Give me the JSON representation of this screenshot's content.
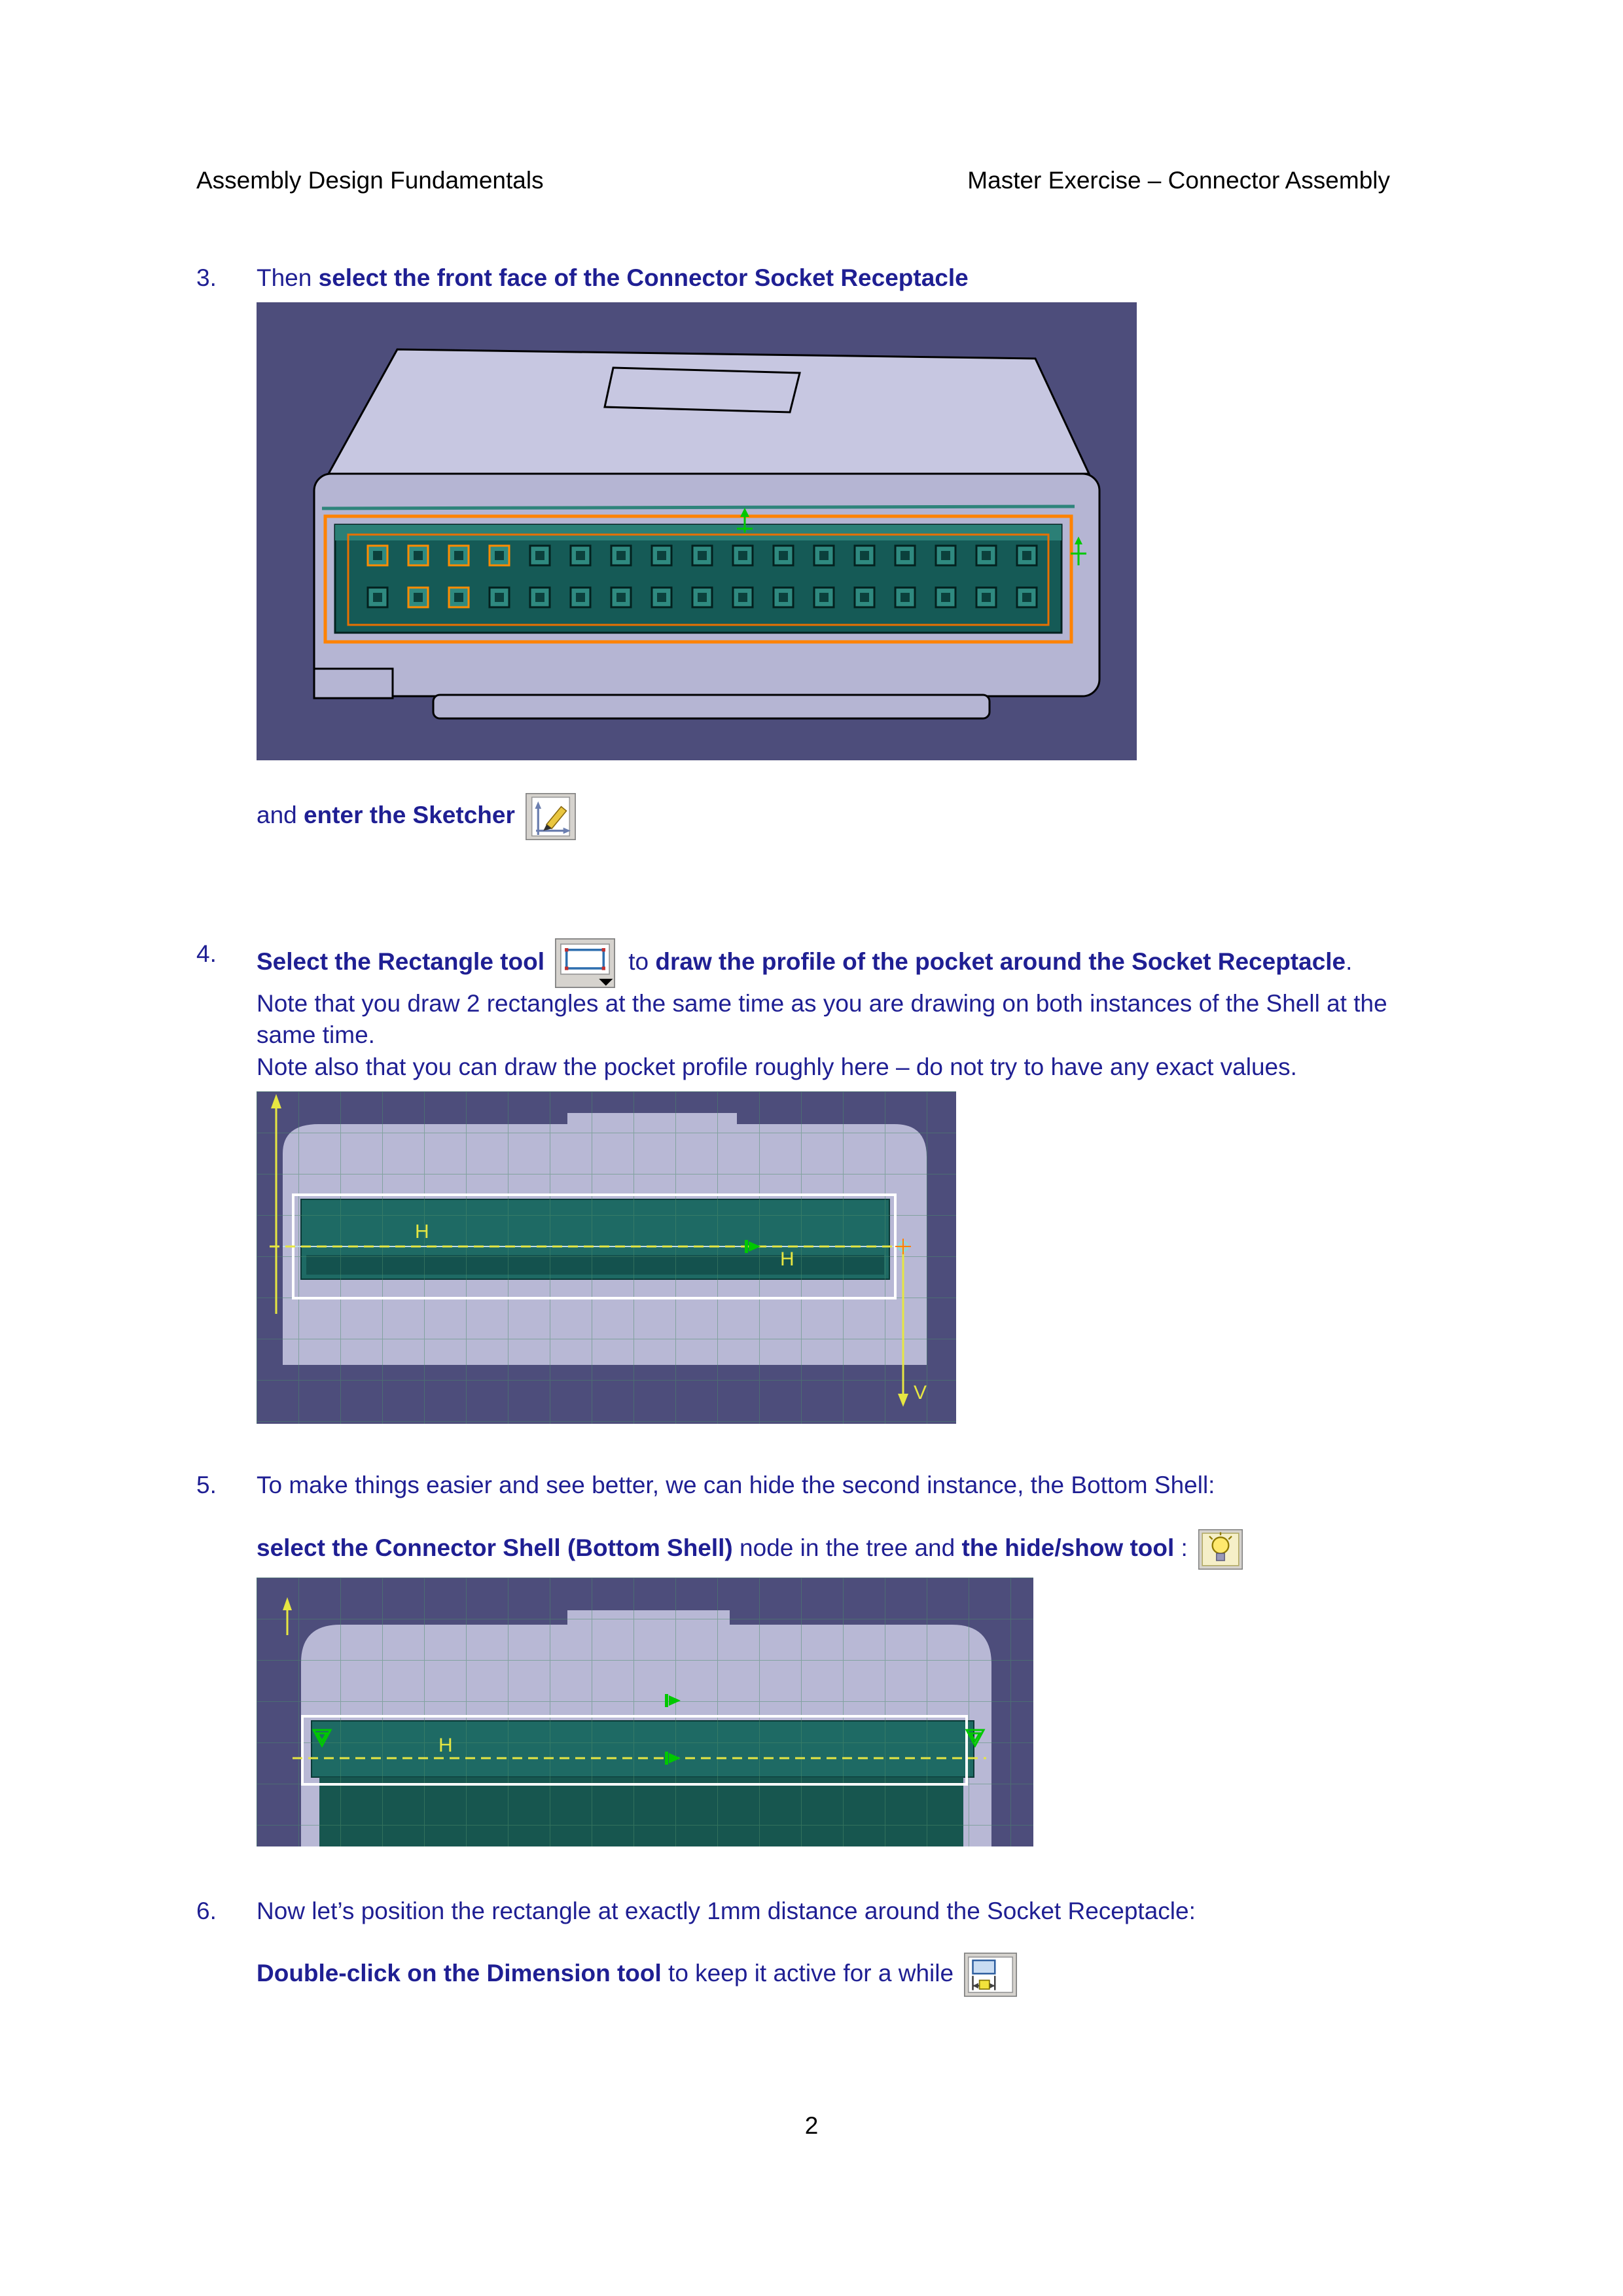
{
  "header": {
    "left": "Assembly Design Fundamentals",
    "right": "Master Exercise – Connector Assembly"
  },
  "step3": {
    "number": "3.",
    "lead_normal": "Then ",
    "lead_bold": "select the front face of the Connector Socket Receptacle",
    "sketcher_normal": "and ",
    "sketcher_bold": "enter the Sketcher"
  },
  "step4": {
    "number": "4.",
    "bold_a": "Select the Rectangle tool",
    "normal_a": " to ",
    "bold_b": "draw the profile of the pocket around the Socket Receptacle",
    "normal_b": ".",
    "note1": "Note that you draw 2 rectangles at the same time as you are drawing on both instances of the Shell at the same time.",
    "note2": "Note also that you can draw the pocket profile roughly here – do not try to have any exact values."
  },
  "step5": {
    "number": "5.",
    "intro": "To make things easier and see better, we can hide the second instance, the Bottom Shell:",
    "bold_a": "select the Connector Shell (Bottom Shell)",
    "normal_a": " node in the tree and ",
    "bold_b": "the hide/show tool",
    "normal_b": " :"
  },
  "step6": {
    "number": "6.",
    "intro": "Now let’s position the rectangle at exactly 1mm distance around the Socket Receptacle:",
    "bold_a": "Double-click on the Dimension tool",
    "normal_a": " to keep it active for a while"
  },
  "footer": {
    "page_number": "2"
  },
  "cad": {
    "axis_h_label": "H",
    "axis_v_label": "V"
  },
  "icons": {
    "sketcher": "sketcher-icon",
    "rectangle_tool": "rectangle-tool-icon",
    "hide_show": "hide-show-icon",
    "dimension_tool": "dimension-tool-icon"
  },
  "colors": {
    "body_text": "#1F1F93",
    "heading_text": "#000000",
    "cad_background": "#4D4D7B",
    "shell_lavender": "#B5B5D3",
    "shell_top_lavender": "#C7C7E1",
    "socket_teal": "#155A56",
    "strip_teal": "#1E6A64",
    "highlight_orange": "#FF8200",
    "grid_green": "#4C8C6A",
    "axis_yellow": "#E6E642",
    "sketch_white": "#FFFFFF",
    "constraint_green": "#00C800"
  }
}
